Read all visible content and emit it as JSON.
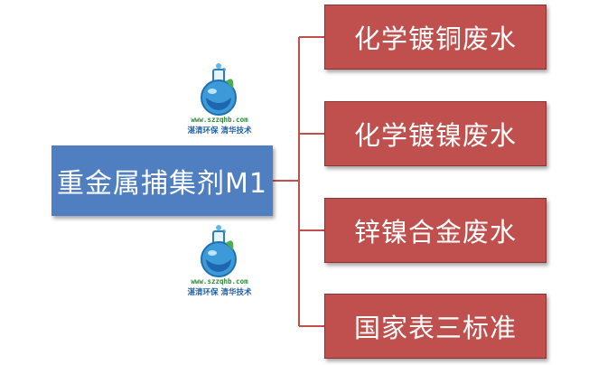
{
  "root": {
    "label": "重金属捕集剂M1",
    "color": "#4f7fc0"
  },
  "branches": [
    {
      "label": "化学镀铜废水"
    },
    {
      "label": "化学镀镍废水"
    },
    {
      "label": "锌镍合金废水"
    },
    {
      "label": "国家表三标准"
    }
  ],
  "branch_color": "#c0504d",
  "connector_color": "#c0504d",
  "watermarks": [
    {
      "site": "www.szzqhb.com",
      "company": "湛清环保 清华技术",
      "icon": "flask-icon"
    },
    {
      "site": "www.szzqhb.com",
      "company": "湛清环保 清华技术",
      "icon": "flask-icon"
    }
  ]
}
